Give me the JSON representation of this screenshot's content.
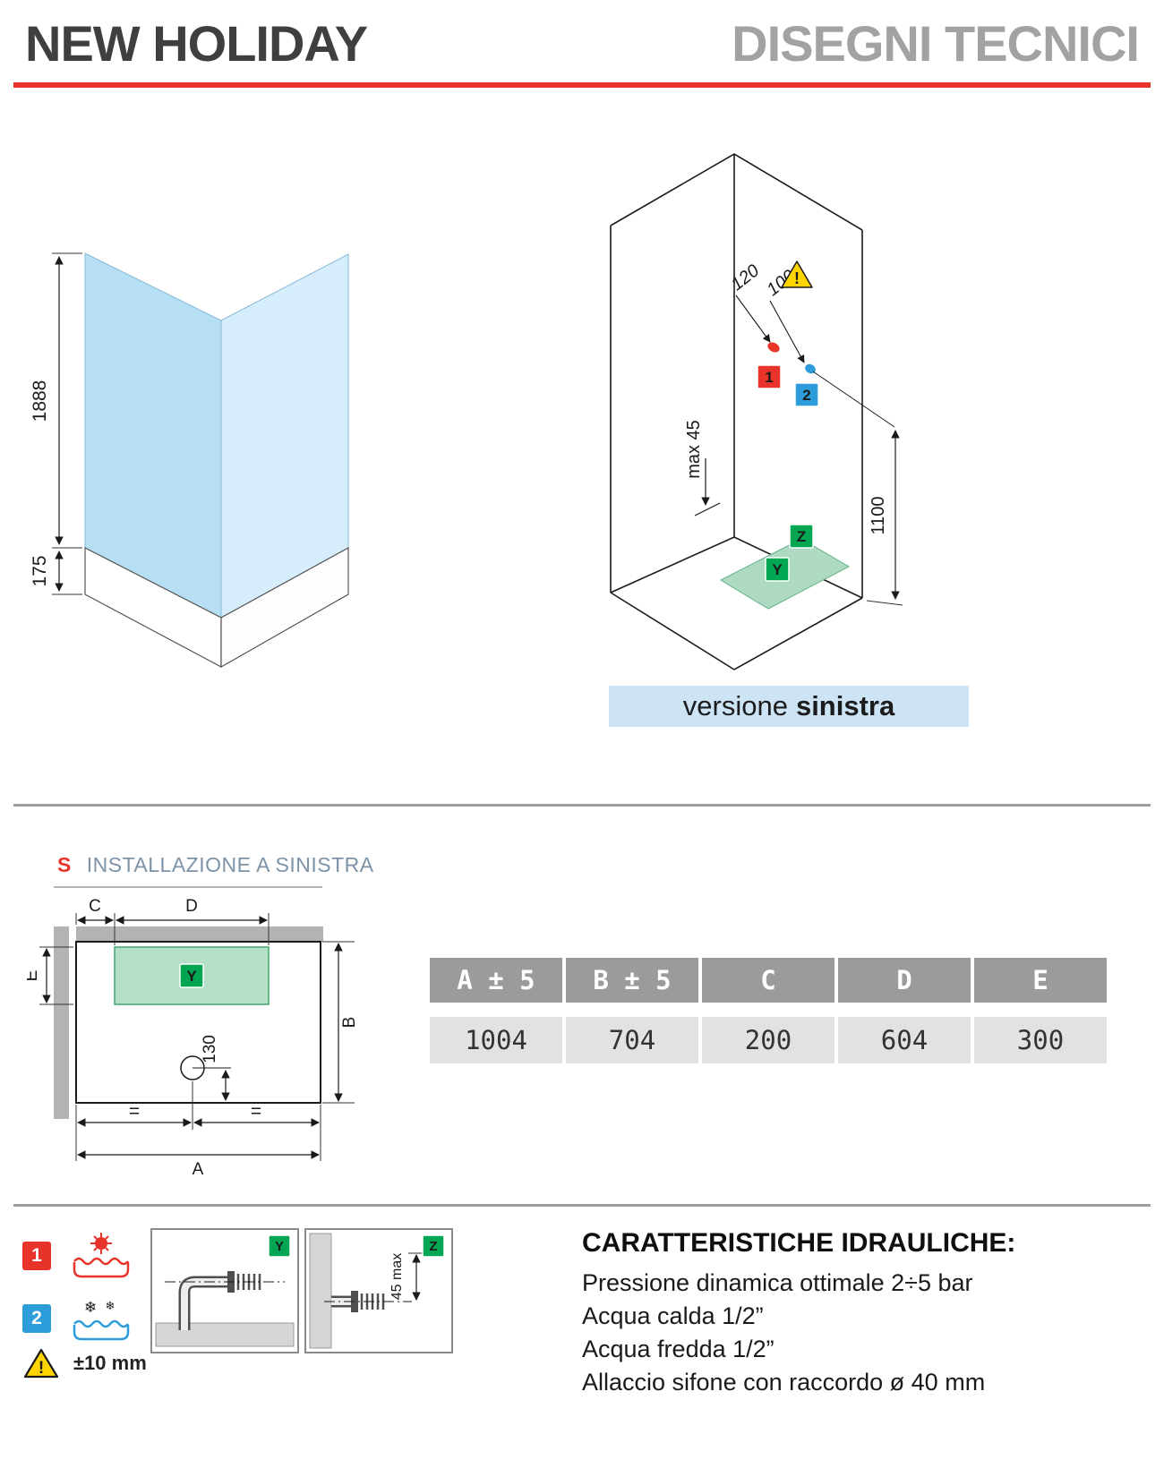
{
  "header": {
    "title": "NEW HOLIDAY",
    "subtitle": "DISEGNI TECNICI"
  },
  "colors": {
    "accent_red": "#e8332a",
    "blue": "#2d9cdb",
    "green": "#00a651",
    "glass_blue": "#bfe3f5",
    "banner_blue": "#cde4f4",
    "table_header_gray": "#9b9b9b",
    "table_row_gray": "#e2e2e2"
  },
  "left_view": {
    "height": "1888",
    "tray_height": "175"
  },
  "cabin": {
    "dim120": "120",
    "dim100": "100",
    "warning": "!",
    "point1": "1",
    "point2": "2",
    "max45": "max 45",
    "dim1100": "1100",
    "z": "Z",
    "y": "Y"
  },
  "banner": {
    "prefix": "versione",
    "bold": "sinistra"
  },
  "plan": {
    "s": "S",
    "title": "INSTALLAZIONE A SINISTRA",
    "c": "C",
    "d": "D",
    "e": "E",
    "b": "B",
    "a": "A",
    "dim130": "130",
    "equal": "=",
    "y": "Y"
  },
  "table": {
    "headers": [
      "A ± 5",
      "B ± 5",
      "C",
      "D",
      "E"
    ],
    "values": [
      "1004",
      "704",
      "200",
      "604",
      "300"
    ]
  },
  "legend": {
    "hot": "1",
    "cold": "2",
    "tolerance": "±10 mm",
    "warning": "!"
  },
  "diagrams": {
    "y": "Y",
    "z": "Z",
    "max45": "45 max"
  },
  "hydraulics": {
    "title": "CARATTERISTICHE IDRAULICHE:",
    "lines": [
      "Pressione dinamica ottimale 2÷5 bar",
      "Acqua calda 1/2”",
      "Acqua fredda 1/2”",
      "Allaccio sifone con raccordo ø 40 mm"
    ]
  }
}
